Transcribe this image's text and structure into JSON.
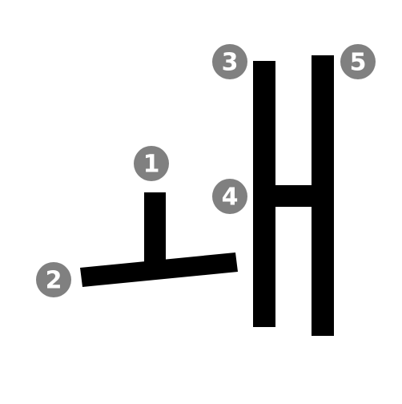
{
  "figure": {
    "title": "",
    "background_color": "#ffffff",
    "stroke_color": "#000000",
    "marker_fill_color": "#808080",
    "marker_text_color": "#ffffff"
  },
  "character": "ᅫ",
  "strokes": [
    {
      "order": "1",
      "direction": "vertical"
    },
    {
      "order": "2",
      "direction": "horizontal"
    },
    {
      "order": "3",
      "direction": "vertical"
    },
    {
      "order": "4",
      "direction": "horizontal"
    },
    {
      "order": "5",
      "direction": "vertical"
    }
  ]
}
